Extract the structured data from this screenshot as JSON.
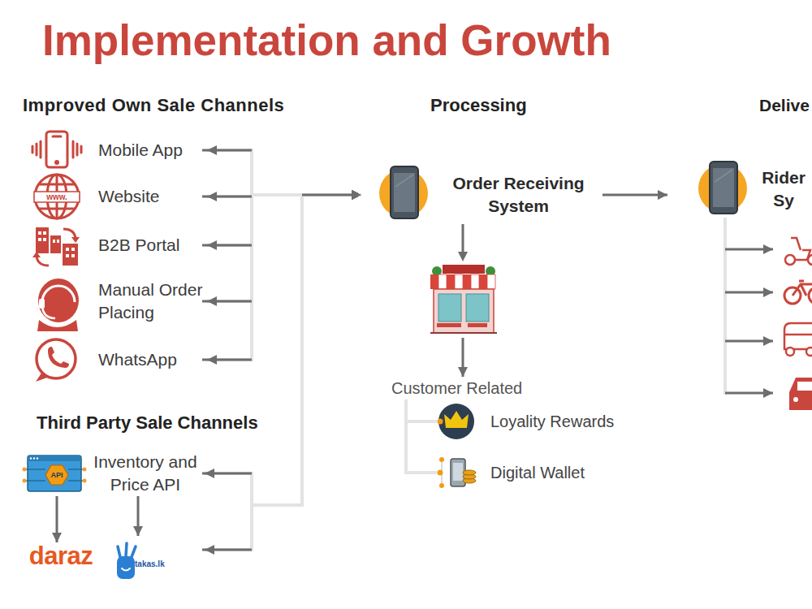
{
  "diagram": {
    "title": "Implementation and Growth",
    "nodes": [
      {
        "text": [
          "Mobile App"
        ]
      },
      {
        "text": [
          "Website"
        ]
      },
      {
        "text": [
          "B2B Portal"
        ]
      },
      {
        "text": [
          "Manual Order Placing"
        ]
      },
      {
        "text": [
          "WhatsApp"
        ]
      },
      {
        "text": [
          "Inventory and Price API"
        ]
      },
      {
        "text": [
          "daraz"
        ]
      },
      {
        "text": [
          "takas.lk"
        ]
      },
      {
        "text": [
          "Order Receiving System"
        ]
      },
      {
        "text": [
          "Customer Related"
        ]
      },
      {
        "text": [
          "Loyality Rewards"
        ]
      },
      {
        "text": [
          "Digital Wallet"
        ]
      },
      {
        "text": [
          "Rider Sy"
        ]
      }
    ],
    "edges": [
      {
        "from": 8,
        "to": 0,
        "arrow": "both"
      },
      {
        "from": 8,
        "to": 1,
        "arrow": "both"
      },
      {
        "from": 8,
        "to": 2,
        "arrow": "both"
      },
      {
        "from": 8,
        "to": 3,
        "arrow": "both"
      },
      {
        "from": 8,
        "to": 4,
        "arrow": "both"
      },
      {
        "from": 8,
        "to": 5,
        "arrow": "both"
      },
      {
        "from": 8,
        "to": 7,
        "arrow": "both"
      },
      {
        "from": 8,
        "to": 9,
        "arrow": "to"
      },
      {
        "from": 9,
        "to": 10,
        "arrow": "none"
      },
      {
        "from": 9,
        "to": 11,
        "arrow": "none"
      },
      {
        "from": 5,
        "to": 6,
        "arrow": "to"
      },
      {
        "from": 5,
        "to": 7,
        "arrow": "to"
      },
      {
        "from": 8,
        "to": 12,
        "arrow": "to"
      }
    ],
    "labels": [
      "Improved Own Sale Channels",
      "Processing",
      "Delive",
      "Third Party Sale Channels",
      "www.",
      "API"
    ]
  }
}
